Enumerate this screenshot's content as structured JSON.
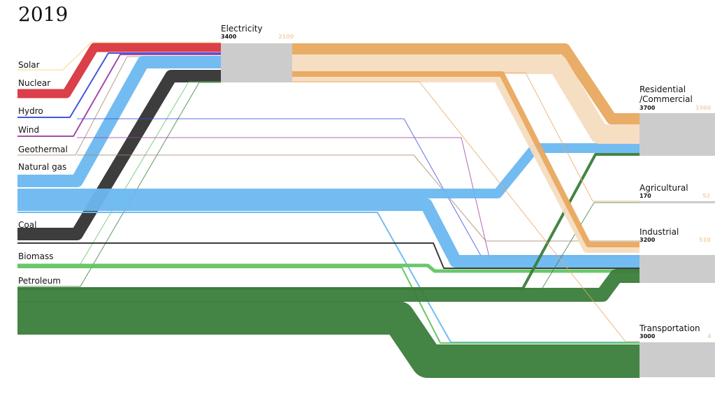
{
  "title": "2019",
  "colors": {
    "solar": "#f2d55a",
    "nuclear": "#d9353f",
    "hydro": "#3b4be0",
    "wind": "#a040a8",
    "geothermal": "#a6866a",
    "natural_gas": "#6bb8f0",
    "coal": "#333333",
    "biomass": "#62c462",
    "petroleum": "#3a7d3a",
    "electricity": "#e8a95f",
    "losses": "#f5dcc0",
    "node": "#cccccc"
  },
  "sources": [
    {
      "id": "solar",
      "label": "Solar"
    },
    {
      "id": "nuclear",
      "label": "Nuclear"
    },
    {
      "id": "hydro",
      "label": "Hydro"
    },
    {
      "id": "wind",
      "label": "Wind"
    },
    {
      "id": "geothermal",
      "label": "Geothermal"
    },
    {
      "id": "natural_gas",
      "label": "Natural gas"
    },
    {
      "id": "coal",
      "label": "Coal"
    },
    {
      "id": "biomass",
      "label": "Biomass"
    },
    {
      "id": "petroleum",
      "label": "Petroleum"
    }
  ],
  "nodes": [
    {
      "id": "electricity",
      "label": "Electricity",
      "value": "3400",
      "loss": "2100"
    },
    {
      "id": "residential",
      "label": "Residential\n/Commercial",
      "value": "3700",
      "loss": "1500"
    },
    {
      "id": "agricultural",
      "label": "Agricultural",
      "value": "170",
      "loss": "52"
    },
    {
      "id": "industrial",
      "label": "Industrial",
      "value": "3200",
      "loss": "510"
    },
    {
      "id": "transportation",
      "label": "Transportation",
      "value": "3000",
      "loss": "4"
    }
  ],
  "flows": [
    {
      "from": "solar",
      "to": "electricity",
      "color": "solar"
    },
    {
      "from": "nuclear",
      "to": "electricity",
      "color": "nuclear"
    },
    {
      "from": "hydro",
      "to": "electricity",
      "color": "hydro"
    },
    {
      "from": "wind",
      "to": "electricity",
      "color": "wind"
    },
    {
      "from": "geothermal",
      "to": "electricity",
      "color": "geothermal"
    },
    {
      "from": "natural_gas",
      "to": "electricity",
      "color": "natural_gas"
    },
    {
      "from": "coal",
      "to": "electricity",
      "color": "coal"
    },
    {
      "from": "biomass",
      "to": "electricity",
      "color": "biomass"
    },
    {
      "from": "petroleum",
      "to": "electricity",
      "color": "petroleum"
    },
    {
      "from": "hydro",
      "to": "industrial",
      "color": "hydro"
    },
    {
      "from": "wind",
      "to": "industrial",
      "color": "wind"
    },
    {
      "from": "geothermal",
      "to": "residential",
      "color": "geothermal"
    },
    {
      "from": "natural_gas",
      "to": "residential",
      "color": "natural_gas"
    },
    {
      "from": "natural_gas",
      "to": "industrial",
      "color": "natural_gas"
    },
    {
      "from": "natural_gas",
      "to": "transportation",
      "color": "natural_gas"
    },
    {
      "from": "coal",
      "to": "industrial",
      "color": "coal"
    },
    {
      "from": "biomass",
      "to": "industrial",
      "color": "biomass"
    },
    {
      "from": "biomass",
      "to": "transportation",
      "color": "biomass"
    },
    {
      "from": "petroleum",
      "to": "residential",
      "color": "petroleum"
    },
    {
      "from": "petroleum",
      "to": "agricultural",
      "color": "petroleum"
    },
    {
      "from": "petroleum",
      "to": "industrial",
      "color": "petroleum"
    },
    {
      "from": "petroleum",
      "to": "transportation",
      "color": "petroleum"
    },
    {
      "from": "electricity",
      "to": "residential",
      "color": "electricity"
    },
    {
      "from": "electricity",
      "to": "residential",
      "color": "losses"
    },
    {
      "from": "electricity",
      "to": "agricultural",
      "color": "electricity"
    },
    {
      "from": "electricity",
      "to": "industrial",
      "color": "losses"
    },
    {
      "from": "electricity",
      "to": "industrial",
      "color": "electricity"
    },
    {
      "from": "electricity",
      "to": "transportation",
      "color": "electricity"
    }
  ]
}
